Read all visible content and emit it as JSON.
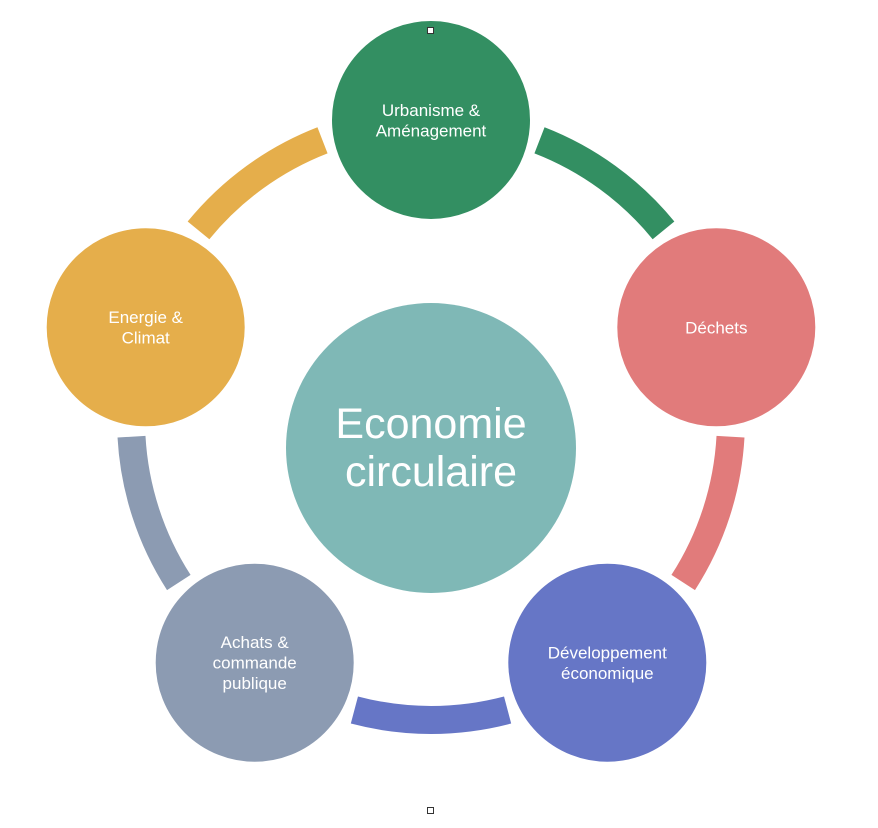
{
  "diagram": {
    "center": {
      "line1": "Economie",
      "line2": "circulaire",
      "color": "#7fb8b6"
    },
    "nodes": [
      {
        "id": "urbanisme",
        "lines": [
          "Urbanisme &",
          "Aménagement"
        ],
        "color": "#338f62"
      },
      {
        "id": "dechets",
        "lines": [
          "Déchets"
        ],
        "color": "#e17b7b"
      },
      {
        "id": "developpement",
        "lines": [
          "Développement",
          "économique"
        ],
        "color": "#6676c6"
      },
      {
        "id": "achats",
        "lines": [
          "Achats &",
          "commande",
          "publique"
        ],
        "color": "#8c9bb2"
      },
      {
        "id": "energie",
        "lines": [
          "Energie &",
          "Climat"
        ],
        "color": "#e5ae4b"
      }
    ]
  }
}
